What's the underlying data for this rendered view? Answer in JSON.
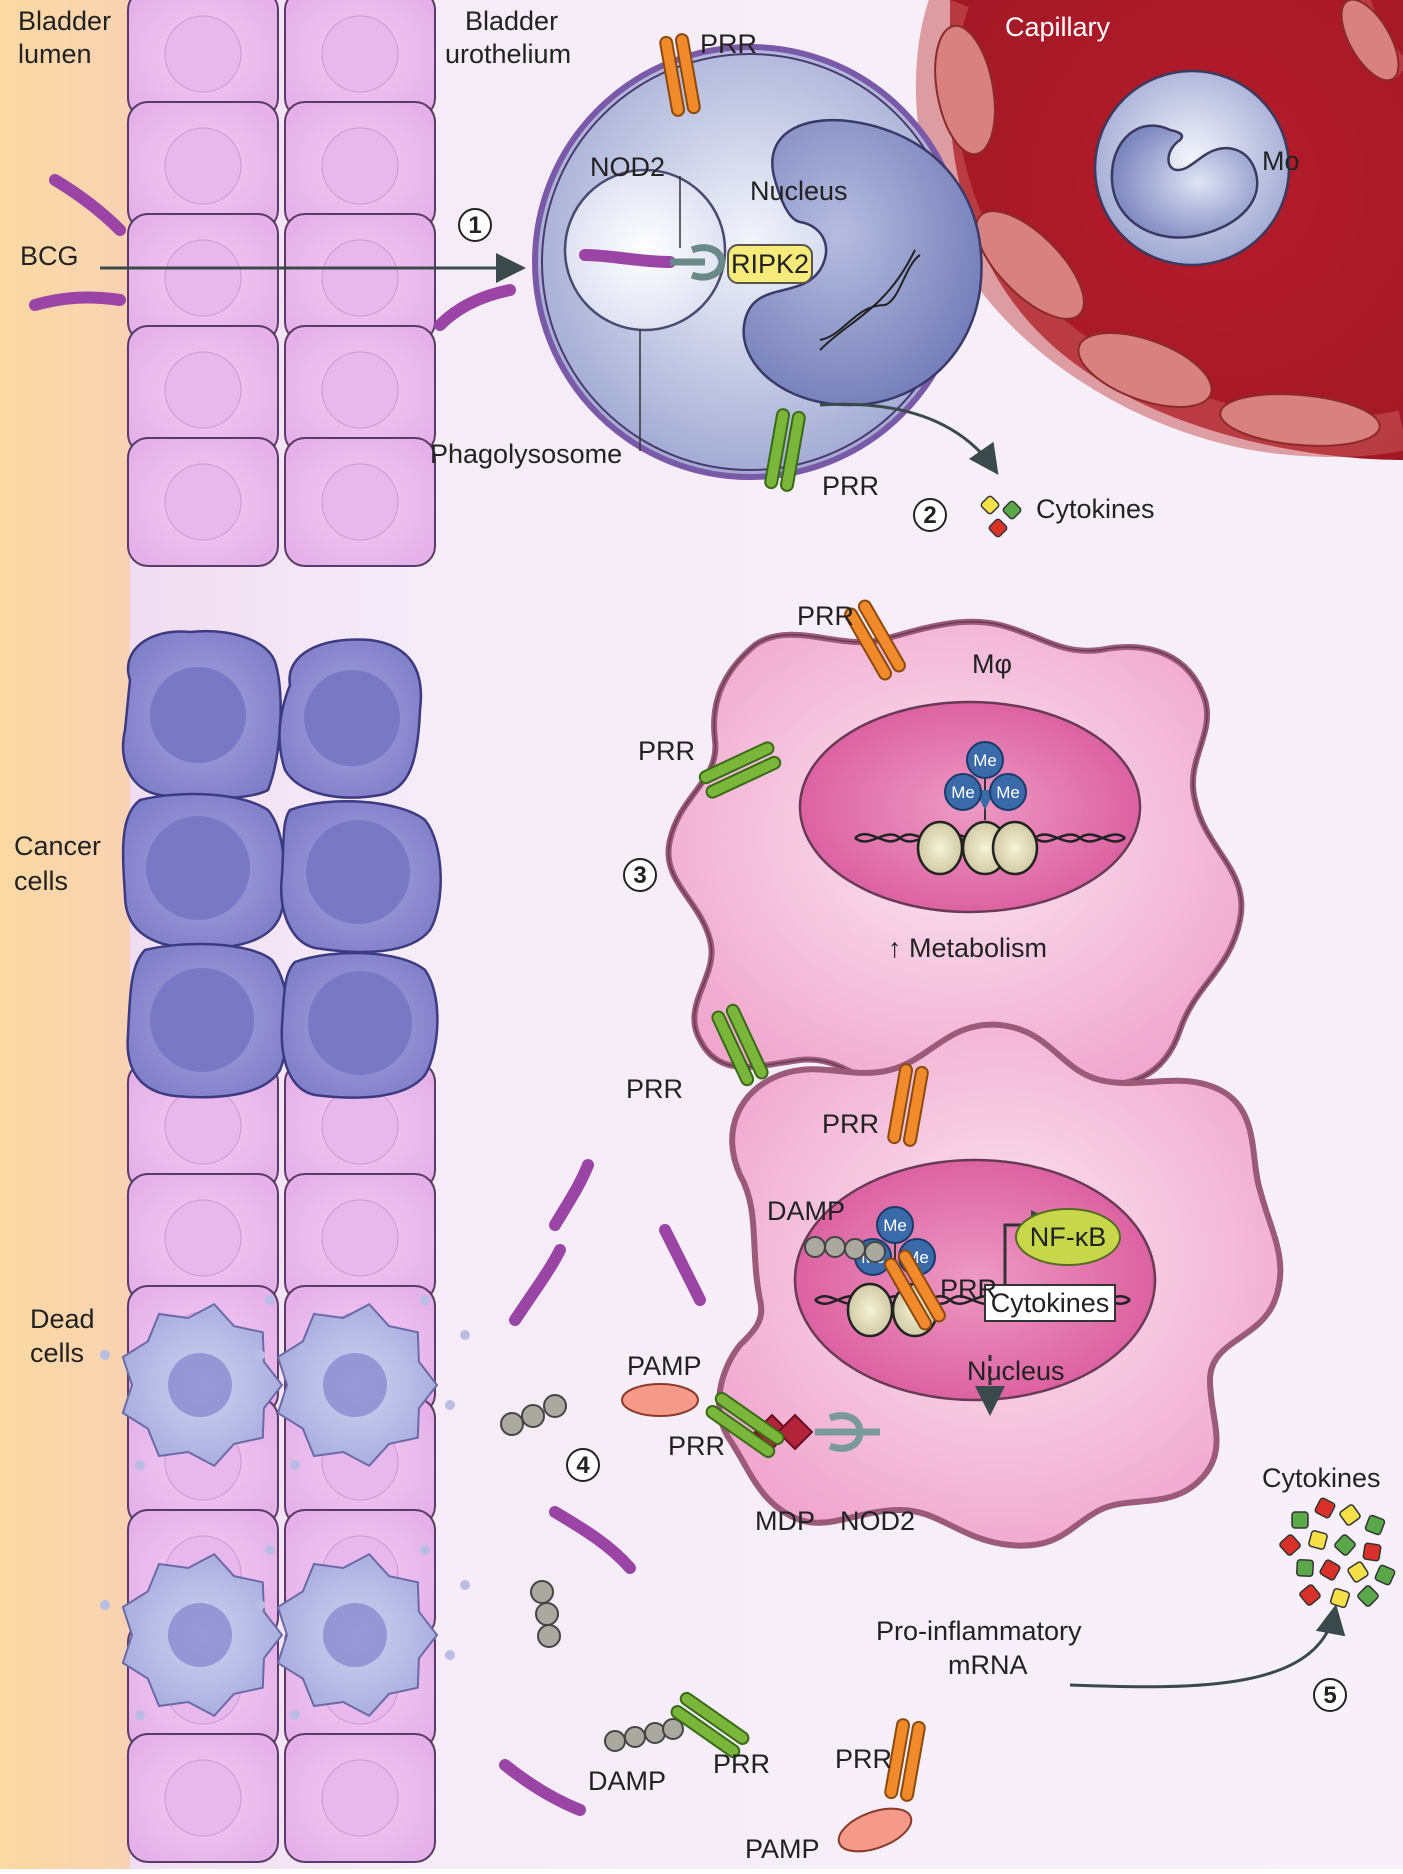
{
  "labels": {
    "bladder_lumen": [
      "Bladder",
      "lumen"
    ],
    "bladder_urothelium": [
      "Bladder",
      "urothelium"
    ],
    "capillary": "Capillary",
    "monocyte": "Mo",
    "bcg": "BCG",
    "prr": "PRR",
    "nod2": "NOD2",
    "nucleus": "Nucleus",
    "ripk2": "RIPK2",
    "phagolysosome": "Phagolysosome",
    "cytokines": "Cytokines",
    "macrophage": "Mφ",
    "methyl": "Me",
    "metabolism": "↑ Metabolism",
    "cancer_cells": [
      "Cancer",
      "cells"
    ],
    "dead_cells": [
      "Dead",
      "cells"
    ],
    "damp": "DAMP",
    "pamp": "PAMP",
    "nfkb": "NF-κB",
    "mdp": "MDP",
    "pro_inflammatory_mrna": [
      "Pro-inflammatory",
      "mRNA"
    ]
  },
  "steps": [
    "1",
    "2",
    "3",
    "4",
    "5"
  ],
  "colors": {
    "lumen": "#fbd9a2",
    "urothelium_bg": "#f3e8f7",
    "urothelial_cell": "#e7b9ec",
    "cancer_cell": "#8a87d1",
    "macrophage": "#f0a8cf",
    "mac_nucleus": "#df6aa6",
    "monocyte_body": "#a6b0d8",
    "capillary": "#b5202d",
    "capillary_wall": "#d87a7a",
    "prr_orange": "#f08a2a",
    "prr_green": "#7ab63a",
    "bcg": "#9a44a6",
    "ripk2": "#f6ea7a",
    "nfkb": "#c6d84a",
    "methyl": "#3a6aa8",
    "mdp": "#b3233a",
    "damp": "#a9a9a0",
    "pamp": "#f59a88"
  },
  "icons": [
    "bcg-bacillus",
    "prr-receptor",
    "dna-helix",
    "nucleosome",
    "methyl-group",
    "cytokine-particle"
  ]
}
